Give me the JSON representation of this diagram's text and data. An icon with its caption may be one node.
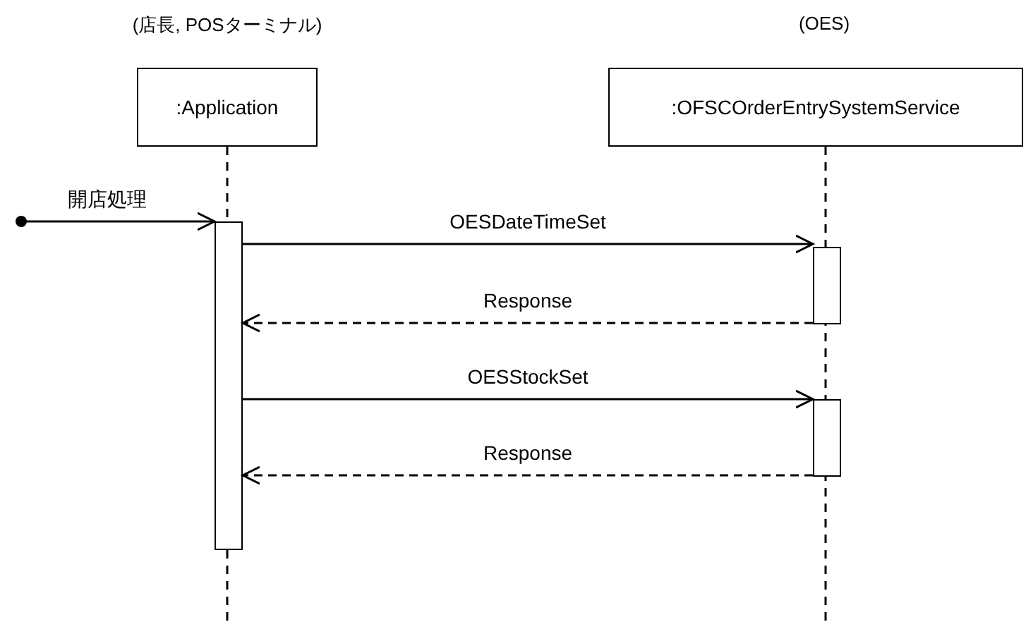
{
  "diagram": {
    "nodes": [
      {
        "text": [
          ":Application"
        ],
        "beside": [
          "(店長, POSターミナル)"
        ]
      },
      {
        "text": [
          ":OFSCOrderEntrySystemService"
        ],
        "beside": [
          "(OES)"
        ]
      },
      {
        "text": [],
        "shape": "circle"
      },
      {
        "text": [],
        "shape": "bar"
      },
      {
        "text": [],
        "shape": "bar"
      },
      {
        "text": [],
        "shape": "bar"
      }
    ],
    "edges": [
      {
        "from": 2,
        "to": 3,
        "arrow": "to",
        "label": "開店処理"
      },
      {
        "from": 3,
        "to": 4,
        "arrow": "to",
        "label": "OESDateTimeSet"
      },
      {
        "from": 4,
        "to": 3,
        "arrow": "to",
        "label": "Response",
        "style": "dashed"
      },
      {
        "from": 3,
        "to": 5,
        "arrow": "to",
        "label": "OESStockSet"
      },
      {
        "from": 5,
        "to": 3,
        "arrow": "to",
        "label": "Response",
        "style": "dashed"
      }
    ]
  }
}
